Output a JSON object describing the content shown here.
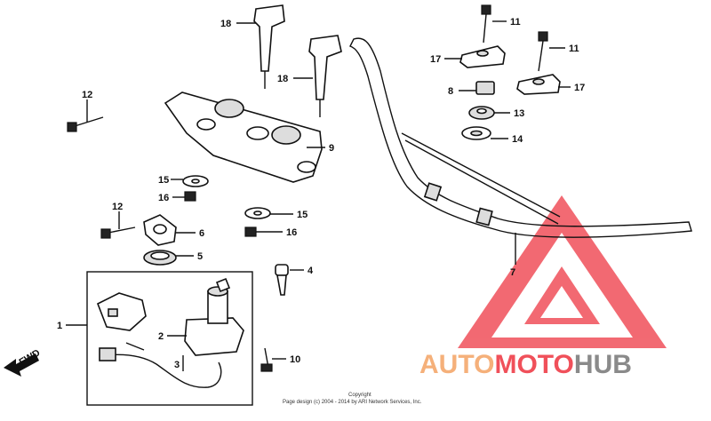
{
  "diagram": {
    "callouts": [
      {
        "id": "c18a",
        "text": "18"
      },
      {
        "id": "c18b",
        "text": "18"
      },
      {
        "id": "c9",
        "text": "9"
      },
      {
        "id": "c12a",
        "text": "12"
      },
      {
        "id": "c15a",
        "text": "15"
      },
      {
        "id": "c16a",
        "text": "16"
      },
      {
        "id": "c12b",
        "text": "12"
      },
      {
        "id": "c6",
        "text": "6"
      },
      {
        "id": "c5",
        "text": "5"
      },
      {
        "id": "c15b",
        "text": "15"
      },
      {
        "id": "c16b",
        "text": "16"
      },
      {
        "id": "c4",
        "text": "4"
      },
      {
        "id": "c1",
        "text": "1"
      },
      {
        "id": "c2",
        "text": "2"
      },
      {
        "id": "c3",
        "text": "3"
      },
      {
        "id": "c10",
        "text": "10"
      },
      {
        "id": "c11a",
        "text": "11"
      },
      {
        "id": "c11b",
        "text": "11"
      },
      {
        "id": "c17a",
        "text": "17"
      },
      {
        "id": "c17b",
        "text": "17"
      },
      {
        "id": "c8",
        "text": "8"
      },
      {
        "id": "c13",
        "text": "13"
      },
      {
        "id": "c14",
        "text": "14"
      },
      {
        "id": "c7",
        "text": "7"
      }
    ],
    "fwd_label": "FWD",
    "copyright_line1": "Copyright",
    "copyright_line2": "Page design (c) 2004 - 2014 by ARI Network Services, Inc."
  },
  "watermark": {
    "part1": "AUTO",
    "part2": "MOTO",
    "part3": "HUB",
    "color_orange": "#f5b07a",
    "color_red": "#f0505a",
    "color_gray": "#8a8a8a"
  }
}
